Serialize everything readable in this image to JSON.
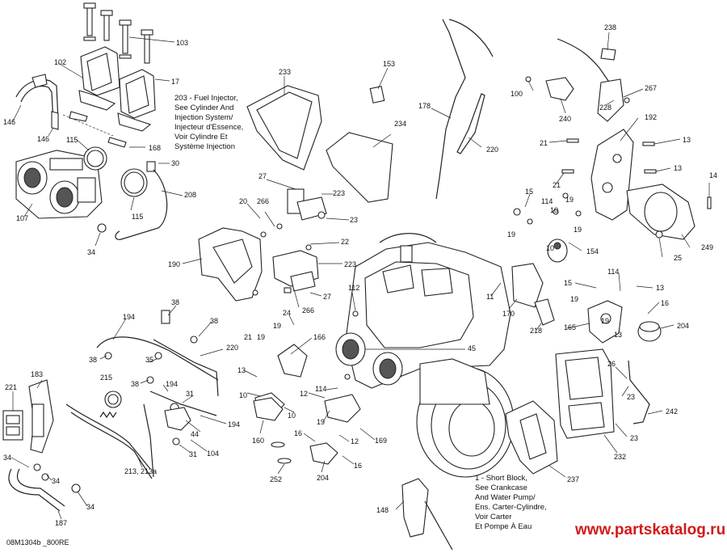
{
  "diagram": {
    "drawing_number": "08M1304b _800RE",
    "watermark": "www.partskatalog.ru",
    "callouts": [
      {
        "id": "c103",
        "text": "103"
      },
      {
        "id": "c102",
        "text": "102"
      },
      {
        "id": "c17",
        "text": "17"
      },
      {
        "id": "c146a",
        "text": "146"
      },
      {
        "id": "c146b",
        "text": "146"
      },
      {
        "id": "c168",
        "text": "168"
      },
      {
        "id": "c115a",
        "text": "115"
      },
      {
        "id": "c115b",
        "text": "115"
      },
      {
        "id": "c30",
        "text": "30"
      },
      {
        "id": "c208",
        "text": "208"
      },
      {
        "id": "c107",
        "text": "107"
      },
      {
        "id": "c34a",
        "text": "34"
      },
      {
        "id": "c233",
        "text": "233"
      },
      {
        "id": "c234",
        "text": "234"
      },
      {
        "id": "c27a",
        "text": "27"
      },
      {
        "id": "c223a",
        "text": "223"
      },
      {
        "id": "c20",
        "text": "20"
      },
      {
        "id": "c266a",
        "text": "266"
      },
      {
        "id": "c23a",
        "text": "23"
      },
      {
        "id": "c190",
        "text": "190"
      },
      {
        "id": "c22",
        "text": "22"
      },
      {
        "id": "c223b",
        "text": "223"
      },
      {
        "id": "c112",
        "text": "112"
      },
      {
        "id": "c27b",
        "text": "27"
      },
      {
        "id": "c266b",
        "text": "266"
      },
      {
        "id": "c153",
        "text": "153"
      },
      {
        "id": "c178",
        "text": "178"
      },
      {
        "id": "c220a",
        "text": "220"
      },
      {
        "id": "c238",
        "text": "238"
      },
      {
        "id": "c100",
        "text": "100"
      },
      {
        "id": "c267",
        "text": "267"
      },
      {
        "id": "c228",
        "text": "228"
      },
      {
        "id": "c240",
        "text": "240"
      },
      {
        "id": "c192",
        "text": "192"
      },
      {
        "id": "c21a",
        "text": "21"
      },
      {
        "id": "c13a",
        "text": "13"
      },
      {
        "id": "c13b",
        "text": "13"
      },
      {
        "id": "c14",
        "text": "14"
      },
      {
        "id": "c21b",
        "text": "21"
      },
      {
        "id": "c15a",
        "text": "15"
      },
      {
        "id": "c114a",
        "text": "114"
      },
      {
        "id": "c19a",
        "text": "19"
      },
      {
        "id": "c19b",
        "text": "19"
      },
      {
        "id": "c10a",
        "text": "10"
      },
      {
        "id": "c19c",
        "text": "19"
      },
      {
        "id": "c10b",
        "text": "10"
      },
      {
        "id": "c154",
        "text": "154"
      },
      {
        "id": "c25",
        "text": "25"
      },
      {
        "id": "c249",
        "text": "249"
      },
      {
        "id": "c15b",
        "text": "15"
      },
      {
        "id": "c114b",
        "text": "114"
      },
      {
        "id": "c19d",
        "text": "19"
      },
      {
        "id": "c13c",
        "text": "13"
      },
      {
        "id": "c11",
        "text": "11"
      },
      {
        "id": "c170",
        "text": "170"
      },
      {
        "id": "c16a",
        "text": "16"
      },
      {
        "id": "c165",
        "text": "165"
      },
      {
        "id": "c19e",
        "text": "19"
      },
      {
        "id": "c13d",
        "text": "13"
      },
      {
        "id": "c218",
        "text": "218"
      },
      {
        "id": "c204a",
        "text": "204"
      },
      {
        "id": "c38a",
        "text": "38"
      },
      {
        "id": "c38b",
        "text": "38"
      },
      {
        "id": "c194a",
        "text": "194"
      },
      {
        "id": "c24",
        "text": "24"
      },
      {
        "id": "c19f",
        "text": "19"
      },
      {
        "id": "c166",
        "text": "166"
      },
      {
        "id": "c21c",
        "text": "21"
      },
      {
        "id": "c19g",
        "text": "19"
      },
      {
        "id": "c220b",
        "text": "220"
      },
      {
        "id": "c38c",
        "text": "38"
      },
      {
        "id": "c35",
        "text": "35"
      },
      {
        "id": "c45",
        "text": "45"
      },
      {
        "id": "c13e",
        "text": "13"
      },
      {
        "id": "c10c",
        "text": "10"
      },
      {
        "id": "c12a",
        "text": "12"
      },
      {
        "id": "c114c",
        "text": "114"
      },
      {
        "id": "c38d",
        "text": "38"
      },
      {
        "id": "c194b",
        "text": "194"
      },
      {
        "id": "c215",
        "text": "215"
      },
      {
        "id": "c31a",
        "text": "31"
      },
      {
        "id": "c26",
        "text": "26"
      },
      {
        "id": "c23b",
        "text": "23"
      },
      {
        "id": "c183",
        "text": "183"
      },
      {
        "id": "c221",
        "text": "221"
      },
      {
        "id": "c194c",
        "text": "194"
      },
      {
        "id": "c44",
        "text": "44"
      },
      {
        "id": "c10d",
        "text": "10"
      },
      {
        "id": "c19h",
        "text": "19"
      },
      {
        "id": "c242",
        "text": "242"
      },
      {
        "id": "c23c",
        "text": "23"
      },
      {
        "id": "c160",
        "text": "160"
      },
      {
        "id": "c104",
        "text": "104"
      },
      {
        "id": "c16b",
        "text": "16"
      },
      {
        "id": "c12b",
        "text": "12"
      },
      {
        "id": "c169",
        "text": "169"
      },
      {
        "id": "c232",
        "text": "232"
      },
      {
        "id": "c31b",
        "text": "31"
      },
      {
        "id": "c213",
        "text": "213, 213a"
      },
      {
        "id": "c34b",
        "text": "34"
      },
      {
        "id": "c34c",
        "text": "34"
      },
      {
        "id": "c34d",
        "text": "34"
      },
      {
        "id": "c204b",
        "text": "204"
      },
      {
        "id": "c16c",
        "text": "16"
      },
      {
        "id": "c252",
        "text": "252"
      },
      {
        "id": "c237",
        "text": "237"
      },
      {
        "id": "c187",
        "text": "187"
      },
      {
        "id": "c148",
        "text": "148"
      }
    ],
    "notes": {
      "fuel_injector": [
        "203 - Fuel Injector,",
        "See Cylinder And",
        "Injection System/",
        "Injecteur d'Essence,",
        "Voir Cylindre Et",
        "Système Injection"
      ],
      "short_block": [
        "1 - Short Block,",
        "See Crankcase",
        "And Water Pump/",
        "Ens. Carter-Cylindre,",
        "Voir Carter",
        "Et Pompe À Eau"
      ]
    }
  }
}
